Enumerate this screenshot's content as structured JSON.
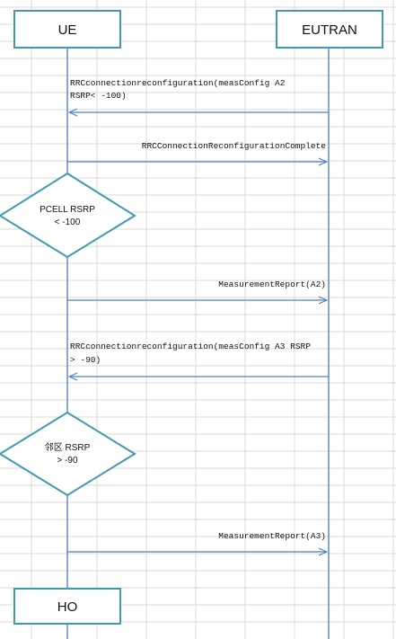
{
  "participants": {
    "ue": "UE",
    "eutran": "EUTRAN"
  },
  "messages": [
    {
      "line1": "RRCconnectionreconfiguration(measConfig A2",
      "line2": "RSRP< -100)",
      "direction": "eutran-to-ue"
    },
    {
      "line1": "RRCConnectionReconfigurationComplete",
      "direction": "ue-to-eutran"
    },
    {
      "line1": "MeasurementReport(A2)",
      "direction": "ue-to-eutran"
    },
    {
      "line1": "RRCconnectionreconfiguration(measConfig A3 RSRP",
      "line2": "> -90)",
      "direction": "eutran-to-ue"
    },
    {
      "line1": "MeasurementReport(A3)",
      "direction": "ue-to-eutran"
    }
  ],
  "decisions": [
    {
      "line1": "PCELL RSRP",
      "line2": "< -100"
    },
    {
      "line1": "邻区 RSRP",
      "line2": "> -90"
    }
  ],
  "end_box": "HO",
  "colors": {
    "box_border": "#3f9ab0",
    "lifeline": "#5b8fc7",
    "arrow": "#4f81bd",
    "grid": "#d9d9d9"
  }
}
